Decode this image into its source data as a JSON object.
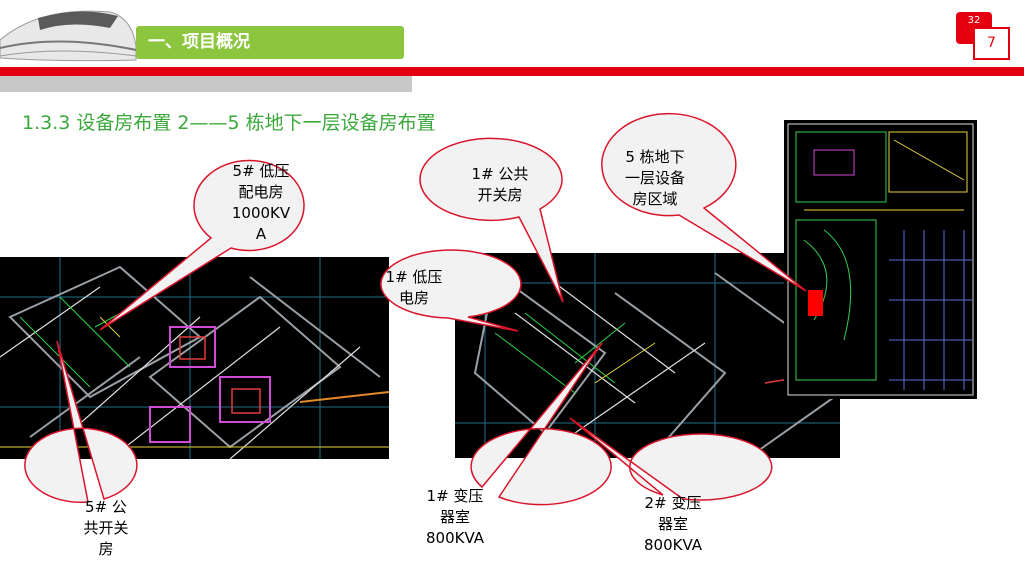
{
  "header": {
    "section_title": "一、项目概况",
    "total_pages": "32",
    "page_number": "7"
  },
  "slide": {
    "title": "1.3.3 设备房布置 2——5 栋地下一层设备房布置"
  },
  "callouts": {
    "c1": [
      "5# 低压",
      "配电房",
      "1000KV",
      "A"
    ],
    "c2": [
      "1# 低压",
      "电房"
    ],
    "c3": [
      "1# 公共",
      "开关房"
    ],
    "c4": [
      "5 栋地下",
      "一层设备",
      "房区域"
    ],
    "c5": [
      "5# 公",
      "共开关",
      "房"
    ],
    "c6": [
      "1# 变压",
      "器室",
      "800KVA"
    ],
    "c7": [
      "2# 变压",
      "器室",
      "800KVA"
    ]
  },
  "colors": {
    "accent_green": "#8cc63f",
    "title_green": "#3aa83a",
    "brand_red": "#e4000f",
    "callout_border": "#d9152b",
    "callout_fill": "#f2f2f2"
  }
}
